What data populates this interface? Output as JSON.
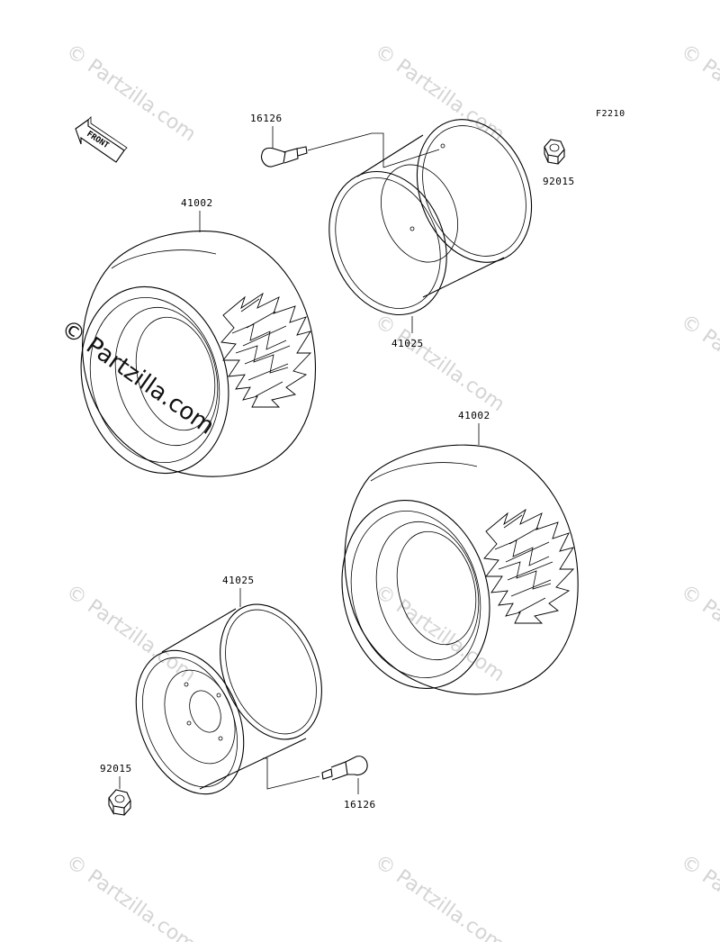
{
  "figure_code": "F2210",
  "front_marker": "FRONT",
  "watermark": {
    "text": "© Partzilla.com",
    "color": "#d4d4d4"
  },
  "parts": {
    "valve_top": "16126",
    "nut_top": "92015",
    "tire_top": "41002",
    "wheel_top": "41025",
    "tire_bottom": "41002",
    "wheel_bottom": "41025",
    "nut_bottom": "92015",
    "valve_bottom": "16126"
  }
}
